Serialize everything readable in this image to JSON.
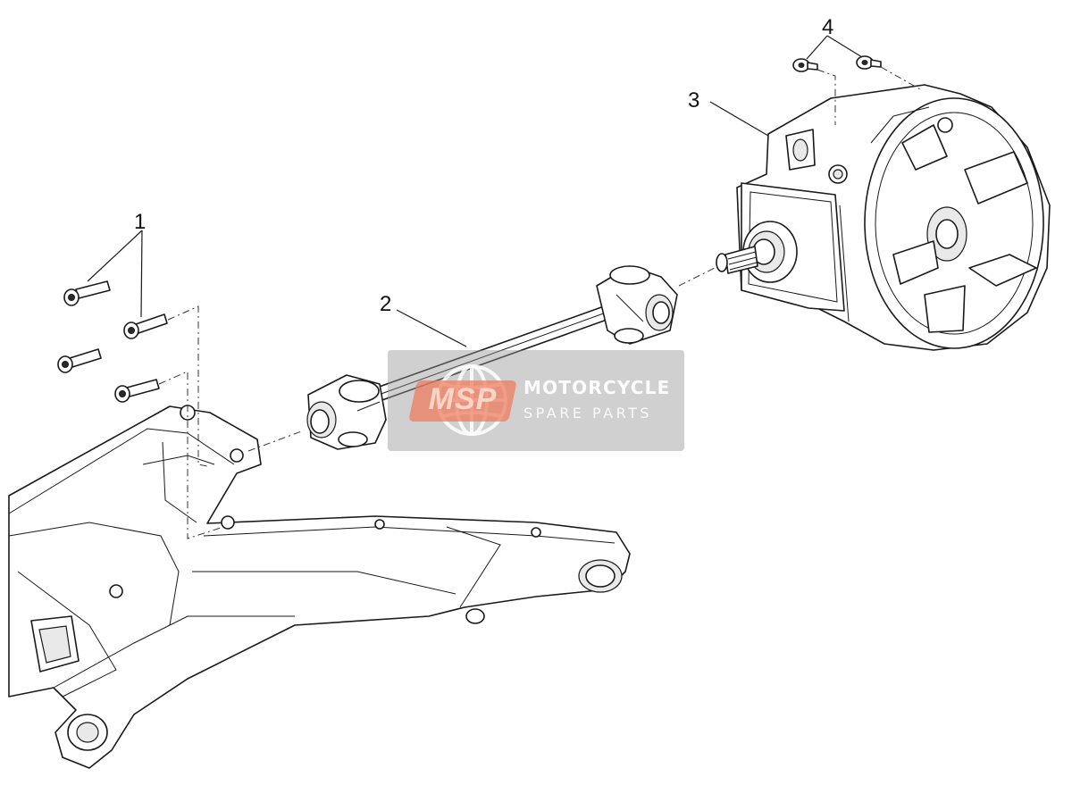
{
  "callouts": {
    "c1": "1",
    "c2": "2",
    "c3": "3",
    "c4": "4"
  },
  "watermark": {
    "badge": "MSP",
    "line1": "MOTORCYCLE",
    "line2": "SPARE PARTS",
    "accent_color": "#ee785a"
  },
  "parts": [
    {
      "ref": "1",
      "item": "screw"
    },
    {
      "ref": "2",
      "item": "transmission-shaft"
    },
    {
      "ref": "3",
      "item": "final-drive-box"
    },
    {
      "ref": "4",
      "item": "screw"
    }
  ]
}
